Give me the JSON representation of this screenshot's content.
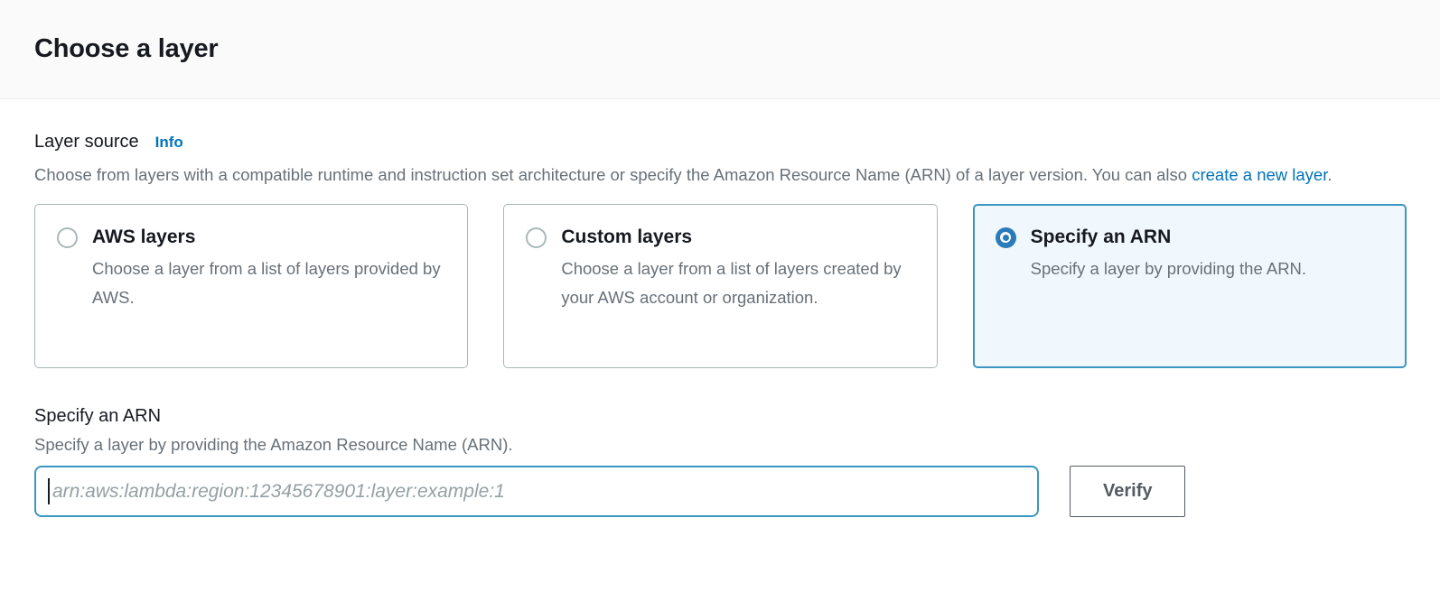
{
  "header": {
    "title": "Choose a layer"
  },
  "layer_source": {
    "label": "Layer source",
    "info_link": "Info",
    "description_prefix": "Choose from layers with a compatible runtime and instruction set architecture or specify the Amazon Resource Name (ARN) of a layer version. You can also ",
    "create_layer_link": "create a new layer",
    "description_suffix": ".",
    "options": [
      {
        "title": "AWS layers",
        "description": "Choose a layer from a list of layers provided by AWS.",
        "selected": false
      },
      {
        "title": "Custom layers",
        "description": "Choose a layer from a list of layers created by your AWS account or organization.",
        "selected": false
      },
      {
        "title": "Specify an ARN",
        "description": "Specify a layer by providing the ARN.",
        "selected": true
      }
    ]
  },
  "arn_section": {
    "title": "Specify an ARN",
    "description": "Specify a layer by providing the Amazon Resource Name (ARN).",
    "input_value": "",
    "input_placeholder": "arn:aws:lambda:region:12345678901:layer:example:1",
    "verify_button": "Verify"
  },
  "colors": {
    "accent_blue": "#0073bb",
    "selected_border": "#3b96c2",
    "selected_background": "#f1f8fd",
    "radio_selected": "#2b7bb9",
    "card_border": "#aab7b8",
    "header_background": "#fafafa",
    "divider": "#eaeded",
    "text_primary": "#16191f",
    "text_secondary": "#687078",
    "button_gray": "#545b64"
  }
}
